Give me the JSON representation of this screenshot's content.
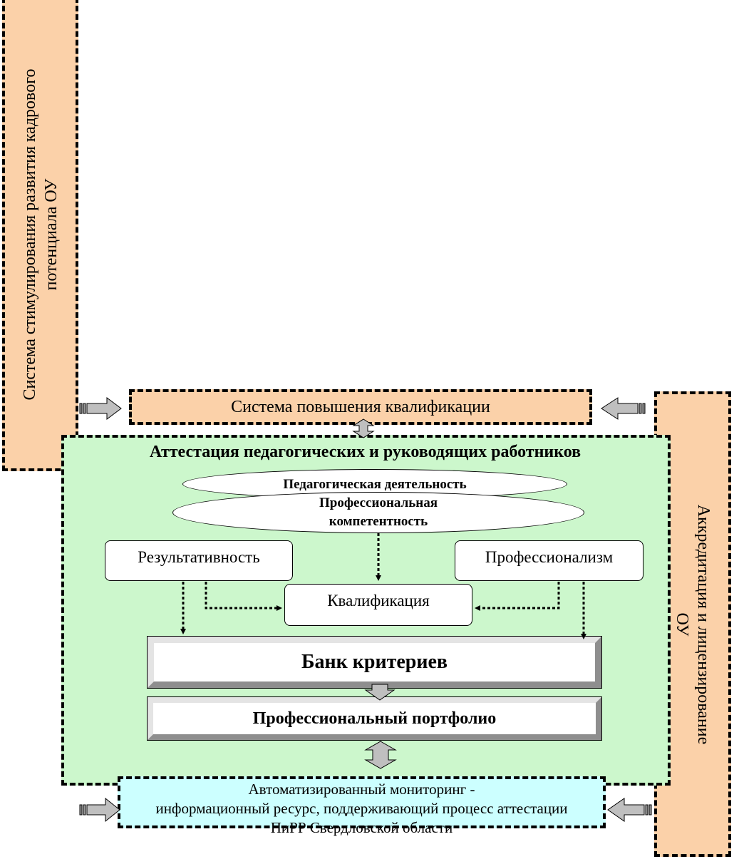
{
  "left_panel": {
    "line1": "Система  стимулирования развития кадрового",
    "line2": "потенциала ОУ"
  },
  "right_panel": {
    "line1": "Аккредитация и лицензирование",
    "line2": "ОУ"
  },
  "top_box": {
    "label": "Система повышения квалификации"
  },
  "main": {
    "title": "Аттестация педагогических и руководящих работников",
    "ellipse1": "Педагогическая деятельность",
    "ellipse2_line1": "Профессиональная",
    "ellipse2_line2": "компетентность",
    "results": "Результативность",
    "professionalism": "Профессионализм",
    "qualification": "Квалификация",
    "bank": "Банк критериев",
    "portfolio": "Профессиональный портфолио"
  },
  "bottom_box": {
    "line1": "Автоматизированный мониторинг -",
    "line2": "информационный ресурс, поддерживающий процесс аттестации",
    "line3": "ПиРР Свердловской области"
  },
  "colors": {
    "orange": "#fbd1a9",
    "green": "#ccf7cc",
    "cyan": "#ccffff",
    "arrow_gray": "#bfbfbf"
  }
}
